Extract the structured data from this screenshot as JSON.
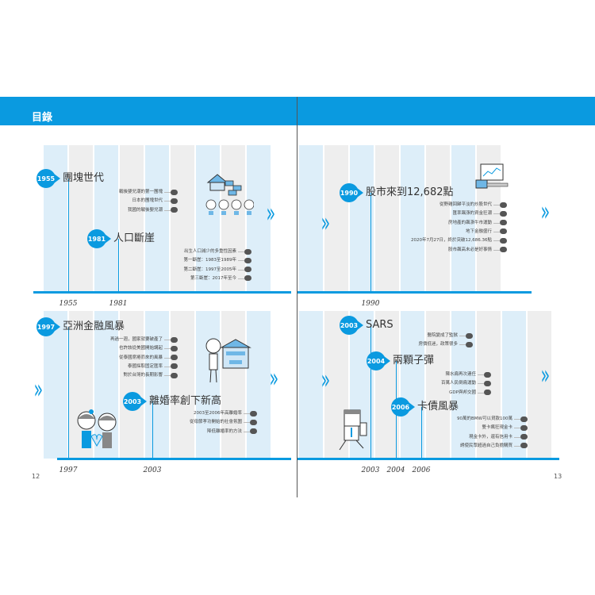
{
  "header": {
    "title": "目錄"
  },
  "colors": {
    "accent": "#0a9ae0",
    "stripe_blue": "#ddeef9",
    "stripe_gray": "#eeeeee"
  },
  "pages": {
    "left": "12",
    "right": "13"
  },
  "events": [
    {
      "year": "1955",
      "title": "團塊世代",
      "items": [
        "戰後嬰兒潮的第一團塊",
        "日本的團塊世代",
        "我國的戰後嬰兒潮"
      ]
    },
    {
      "year": "1981",
      "title": "人口斷崖",
      "items": [
        "出生人口減少的多重性因素",
        "第一斷崖：1983至1989年",
        "第二斷崖：1997至2005年",
        "第三斷崖：2017年至今"
      ]
    },
    {
      "year": "1990",
      "title": "股市來到12,682點",
      "items": [
        "從野雞回歸平淡的炒股世代",
        "匯率飆漲的資金狂潮",
        "房地產的飆漲牛市運動",
        "地下金融盛行",
        "2020年7月27日，終於突破12,686.36點",
        "股市飆高未必是好事情"
      ]
    },
    {
      "year": "1997",
      "title": "亞洲金融風暴",
      "items": [
        "再過一週，國家就要破產了",
        "也許該從美國開始講起",
        "從泰國席捲而來的風暴",
        "泰國採取固定匯率",
        "對於台灣的長期影響"
      ]
    },
    {
      "year": "2003",
      "title": "離婚率創下新高",
      "items": [
        "2003至2006年高離婚率",
        "從母節孝功開始的社會氛圍",
        "降低離婚率的方法"
      ]
    },
    {
      "year": "2003",
      "title": "SARS",
      "items": [
        "醫院變成了監獄",
        "房價低迷，政策很多"
      ]
    },
    {
      "year": "2004",
      "title": "兩顆子彈",
      "items": [
        "陳水扁再次連任",
        "百萬人民倒扁運動",
        "GDP與邦交國"
      ]
    },
    {
      "year": "2006",
      "title": "卡債風暴",
      "items": [
        "90萬的BMW可以貸款100萬",
        "雙卡瘋狂現金卡",
        "現金卡外，還有信用卡",
        "誘使民眾超過自己負擔購買"
      ]
    }
  ]
}
